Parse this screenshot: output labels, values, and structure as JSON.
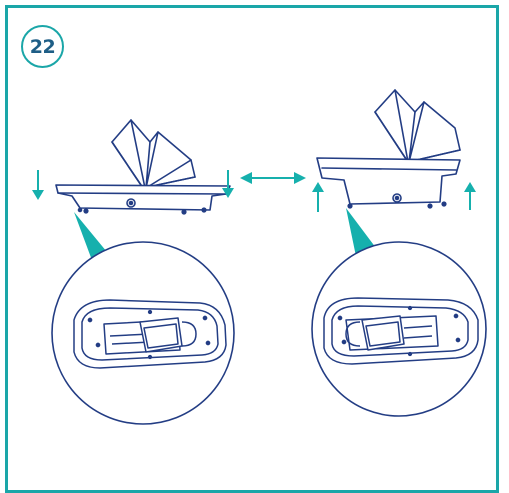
{
  "step": {
    "number": "22"
  },
  "colors": {
    "frame": "#1aa6a8",
    "accent": "#16b0ad",
    "line": "#233d84",
    "badge_text": "#1e5e86"
  },
  "illustration": {
    "left": {
      "description_icon": "carrycot-lowered-icon",
      "arrows": "down"
    },
    "right": {
      "description_icon": "carrycot-raised-icon",
      "arrows": "up"
    },
    "connector": "double-arrow-icon"
  }
}
